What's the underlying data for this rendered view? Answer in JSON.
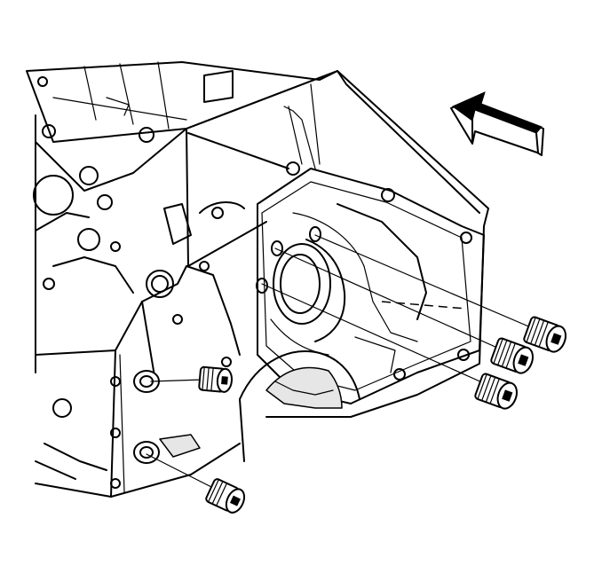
{
  "diagram": {
    "view_direction_arrow": "block-arrow",
    "bolt_count": 5,
    "parts": [
      "engine-block-rear",
      "bolt"
    ]
  }
}
